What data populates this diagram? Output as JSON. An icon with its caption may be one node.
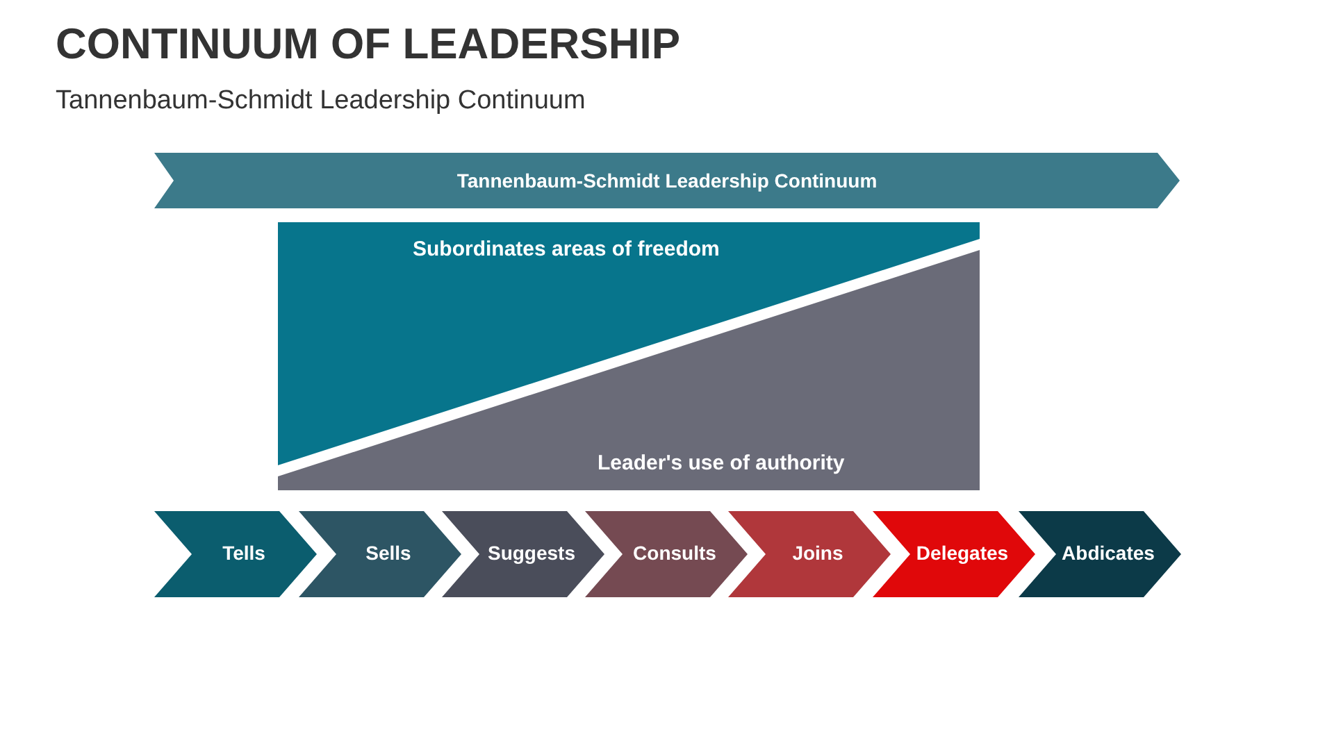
{
  "diagram": {
    "title": "CONTINUUM OF LEADERSHIP",
    "caption": "Tannenbaum-Schmidt Leadership Continuum",
    "nodes": [
      {
        "text": [
          "Tannenbaum-Schmidt Leadership Continuum"
        ]
      },
      {
        "text": [
          "Subordinates areas of freedom"
        ]
      },
      {
        "text": [
          "Leader's use of authority"
        ]
      },
      {
        "text": [
          "Tells"
        ]
      },
      {
        "text": [
          "Sells"
        ]
      },
      {
        "text": [
          "Suggests"
        ]
      },
      {
        "text": [
          "Consults"
        ]
      },
      {
        "text": [
          "Joins"
        ]
      },
      {
        "text": [
          "Delegates"
        ]
      },
      {
        "text": [
          "Abdicates"
        ]
      }
    ]
  }
}
